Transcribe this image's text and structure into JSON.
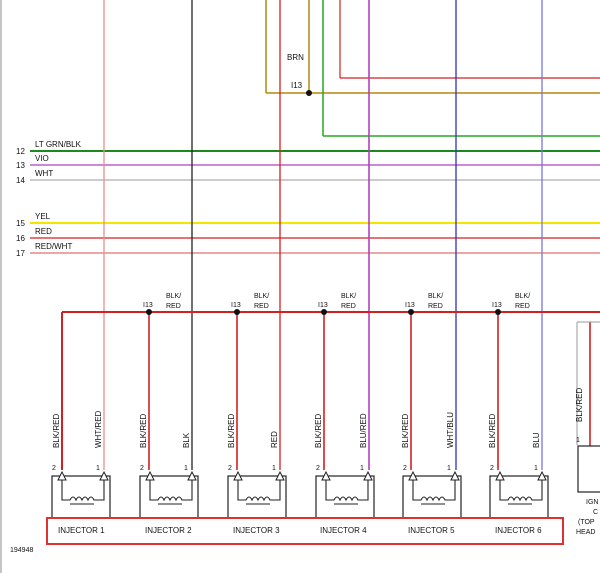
{
  "colors": {
    "brn": "#b8860b",
    "red": "#d42020",
    "grn": "#22aa22",
    "lt_grn_blk": "#1a8a1a",
    "vio": "#b040c0",
    "wht": "#bbbbbb",
    "yel": "#f2e600",
    "red_wht": "#e07070",
    "blk": "#222222",
    "blu": "#3030c0",
    "lt_blu": "#7777dd",
    "pink": "#e89090",
    "highlight_box": "#e03030"
  },
  "top_wires": {
    "brn_label": "BRN",
    "splice_label": "I13"
  },
  "bus_wires": [
    {
      "pin": "12",
      "label": "LT GRN/BLK"
    },
    {
      "pin": "13",
      "label": "VIO"
    },
    {
      "pin": "14",
      "label": "WHT"
    },
    {
      "pin": "15",
      "label": "YEL"
    },
    {
      "pin": "16",
      "label": "RED"
    },
    {
      "pin": "17",
      "label": "RED/WHT"
    }
  ],
  "splices": [
    {
      "id": "I13",
      "label_line1": "BLK/",
      "label_line2": "RED"
    },
    {
      "id": "I13",
      "label_line1": "BLK/",
      "label_line2": "RED"
    },
    {
      "id": "I13",
      "label_line1": "BLK/",
      "label_line2": "RED"
    },
    {
      "id": "I13",
      "label_line1": "BLK/",
      "label_line2": "RED"
    },
    {
      "id": "I13",
      "label_line1": "BLK/",
      "label_line2": "RED"
    }
  ],
  "injectors": [
    {
      "name": "INJECTOR 1",
      "wire2": "BLK/RED",
      "wire1": "WHT/RED",
      "pin2": "2",
      "pin1": "1"
    },
    {
      "name": "INJECTOR 2",
      "wire2": "BLK/RED",
      "wire1": "BLK",
      "pin2": "2",
      "pin1": "1"
    },
    {
      "name": "INJECTOR 3",
      "wire2": "BLK/RED",
      "wire1": "RED",
      "pin2": "2",
      "pin1": "1"
    },
    {
      "name": "INJECTOR 4",
      "wire2": "BLK/RED",
      "wire1": "BLU/RED",
      "pin2": "2",
      "pin1": "1"
    },
    {
      "name": "INJECTOR 5",
      "wire2": "BLK/RED",
      "wire1": "WHT/BLU",
      "pin2": "2",
      "pin1": "1"
    },
    {
      "name": "INJECTOR 6",
      "wire2": "BLK/RED",
      "wire1": "BLU",
      "pin2": "2",
      "pin1": "1"
    }
  ],
  "right_partial": {
    "wire_label": "BLK/RED",
    "pin": "1",
    "text_lines": [
      "IGN",
      "C",
      "(TOP",
      "HEAD"
    ]
  },
  "figure_id": "194948"
}
